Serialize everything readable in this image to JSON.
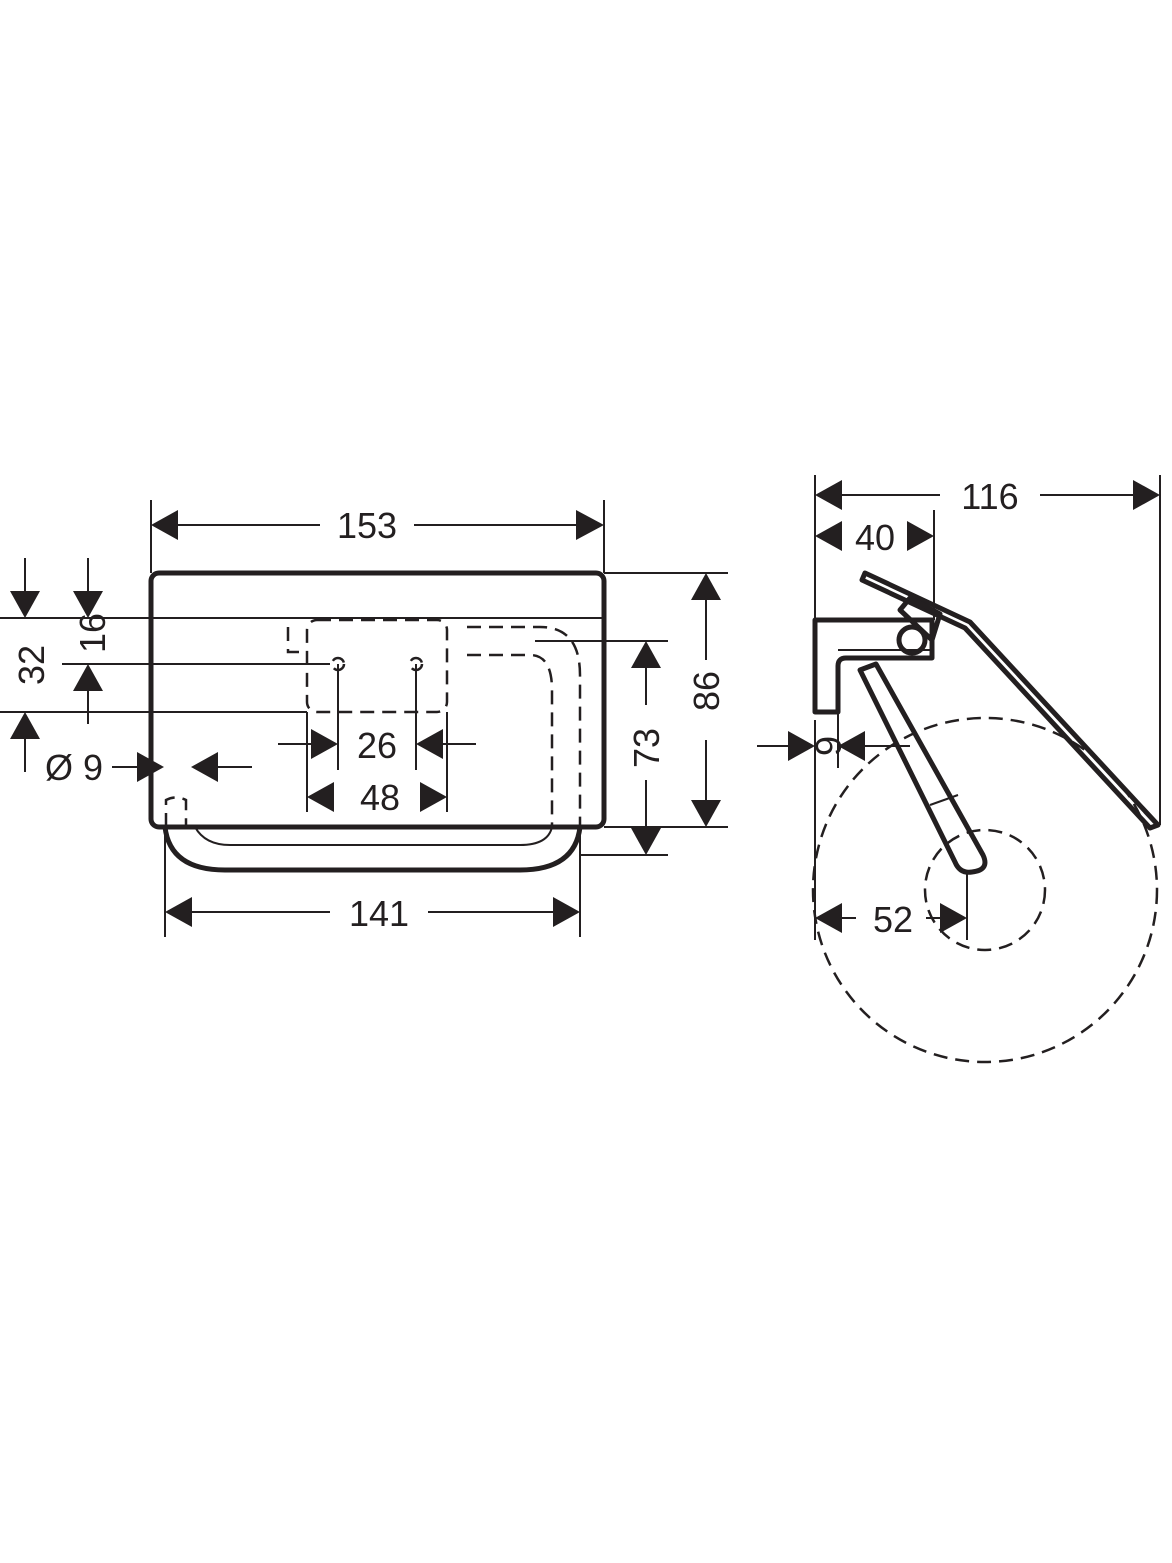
{
  "front_view": {
    "width_overall": "153",
    "depth_bar": "141",
    "height_overall": "86",
    "height_mount": "73",
    "offset_top_32": "32",
    "offset_top_16": "16",
    "hole_spacing_26": "26",
    "plate_width_48": "48",
    "hole_diameter": "Ø 9"
  },
  "side_view": {
    "depth_overall": "116",
    "depth_cover_40": "40",
    "wall_thickness_9": "9",
    "roll_axis_52": "52"
  }
}
